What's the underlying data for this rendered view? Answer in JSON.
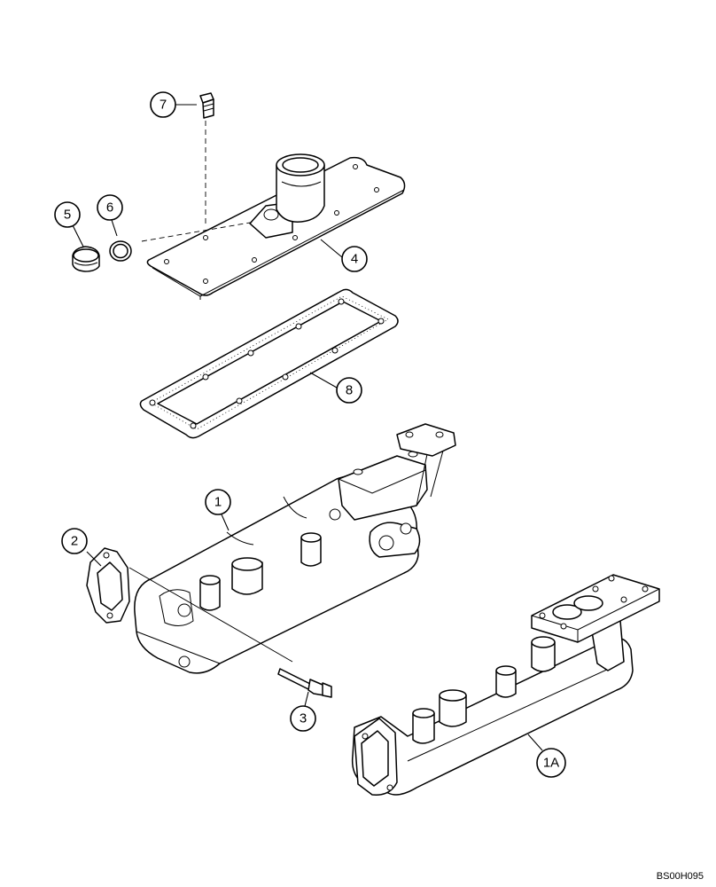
{
  "callouts": [
    {
      "id": "7",
      "label": "7"
    },
    {
      "id": "6",
      "label": "6"
    },
    {
      "id": "5",
      "label": "5"
    },
    {
      "id": "4",
      "label": "4"
    },
    {
      "id": "8",
      "label": "8"
    },
    {
      "id": "1",
      "label": "1"
    },
    {
      "id": "2",
      "label": "2"
    },
    {
      "id": "3",
      "label": "3"
    },
    {
      "id": "1A",
      "label": "1A"
    }
  ],
  "reference_code": "BS00H095"
}
